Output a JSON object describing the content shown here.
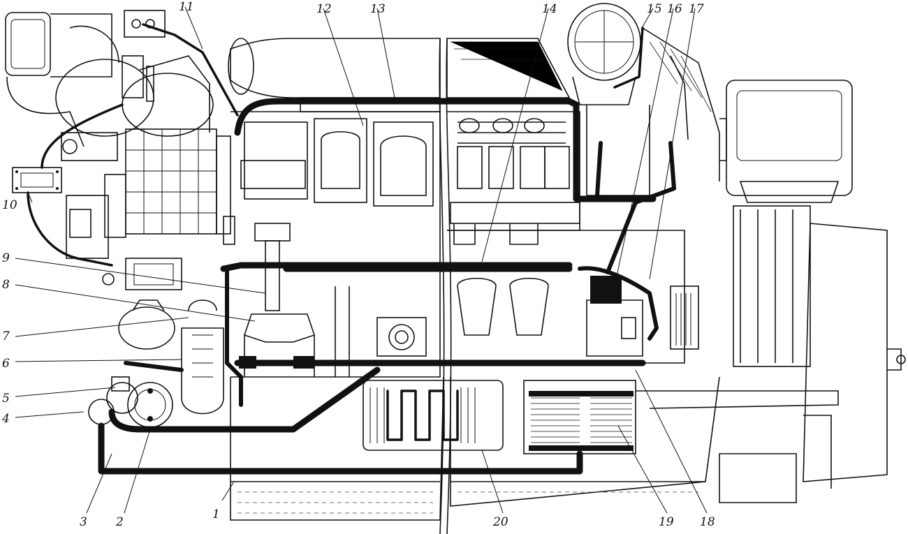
{
  "callouts": [
    {
      "id": "c1",
      "number": "1"
    },
    {
      "id": "c2",
      "number": "2"
    },
    {
      "id": "c3",
      "number": "3"
    },
    {
      "id": "c4",
      "number": "4"
    },
    {
      "id": "c5",
      "number": "5"
    },
    {
      "id": "c6",
      "number": "6"
    },
    {
      "id": "c7",
      "number": "7"
    },
    {
      "id": "c8",
      "number": "8"
    },
    {
      "id": "c9",
      "number": "9"
    },
    {
      "id": "c10",
      "number": "10"
    },
    {
      "id": "c11",
      "number": "11"
    },
    {
      "id": "c12",
      "number": "12"
    },
    {
      "id": "c13",
      "number": "13"
    },
    {
      "id": "c14",
      "number": "14"
    },
    {
      "id": "c15",
      "number": "15"
    },
    {
      "id": "c16",
      "number": "16"
    },
    {
      "id": "c17",
      "number": "17"
    },
    {
      "id": "c18",
      "number": "18"
    },
    {
      "id": "c19",
      "number": "19"
    },
    {
      "id": "c20",
      "number": "20"
    }
  ]
}
